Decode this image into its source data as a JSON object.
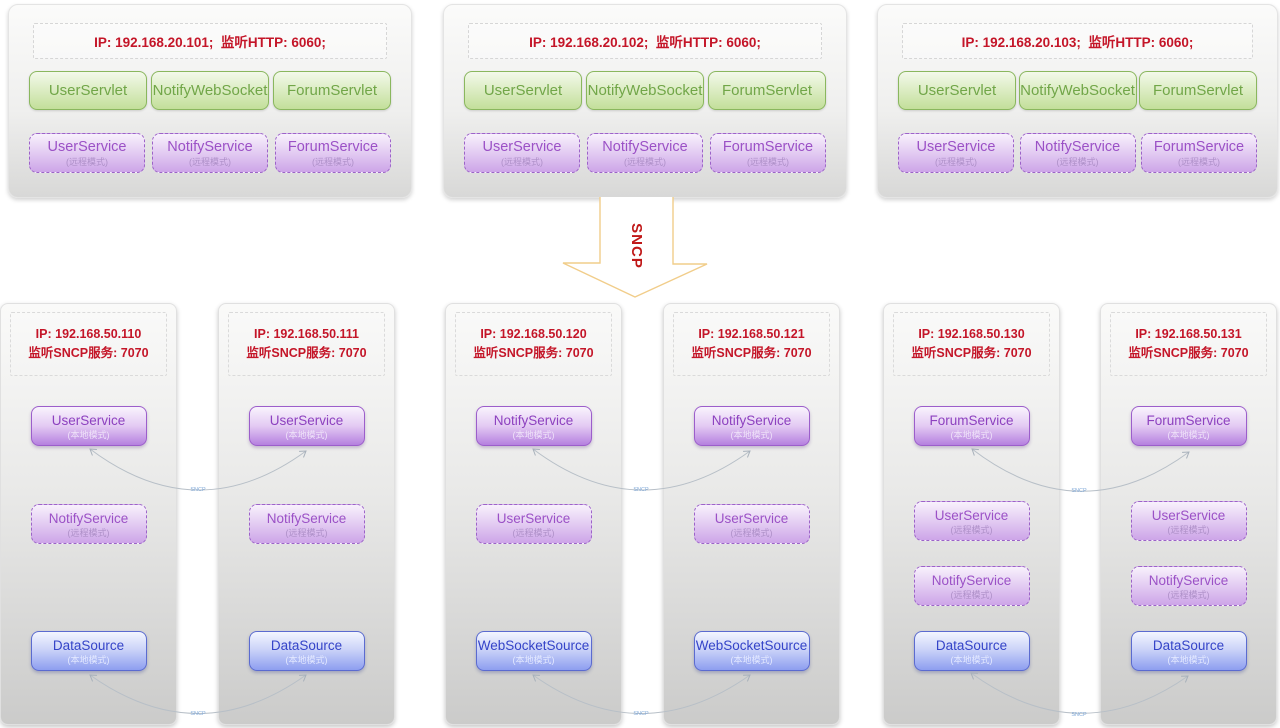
{
  "arrow": {
    "label": "SNCP"
  },
  "connector_label": "SNCP",
  "top_nodes": [
    {
      "ip_text": "IP: 192.168.20.101;  监听HTTP: 6060;",
      "servlets": [
        "UserServlet",
        "NotifyWebSocket",
        "ForumServlet"
      ],
      "services": [
        {
          "name": "UserService",
          "mode": "(远程模式)"
        },
        {
          "name": "NotifyService",
          "mode": "(远程模式)"
        },
        {
          "name": "ForumService",
          "mode": "(远程模式)"
        }
      ]
    },
    {
      "ip_text": "IP: 192.168.20.102;  监听HTTP: 6060;",
      "servlets": [
        "UserServlet",
        "NotifyWebSocket",
        "ForumServlet"
      ],
      "services": [
        {
          "name": "UserService",
          "mode": "(远程模式)"
        },
        {
          "name": "NotifyService",
          "mode": "(远程模式)"
        },
        {
          "name": "ForumService",
          "mode": "(远程模式)"
        }
      ]
    },
    {
      "ip_text": "IP: 192.168.20.103;  监听HTTP: 6060;",
      "servlets": [
        "UserServlet",
        "NotifyWebSocket",
        "ForumServlet"
      ],
      "services": [
        {
          "name": "UserService",
          "mode": "(远程模式)"
        },
        {
          "name": "NotifyService",
          "mode": "(远程模式)"
        },
        {
          "name": "ForumService",
          "mode": "(远程模式)"
        }
      ]
    }
  ],
  "bottom_nodes": [
    {
      "ip_line1": "IP: 192.168.50.110",
      "ip_line2": "监听SNCP服务: 7070",
      "services": [
        {
          "name": "UserService",
          "mode": "(本地模式)"
        },
        {
          "name": "NotifyService",
          "mode": "(远程模式)"
        },
        {
          "name": "DataSource",
          "mode": "(本地模式)"
        }
      ]
    },
    {
      "ip_line1": "IP: 192.168.50.111",
      "ip_line2": "监听SNCP服务: 7070",
      "services": [
        {
          "name": "UserService",
          "mode": "(本地模式)"
        },
        {
          "name": "NotifyService",
          "mode": "(远程模式)"
        },
        {
          "name": "DataSource",
          "mode": "(本地模式)"
        }
      ]
    },
    {
      "ip_line1": "IP: 192.168.50.120",
      "ip_line2": "监听SNCP服务: 7070",
      "services": [
        {
          "name": "NotifyService",
          "mode": "(本地模式)"
        },
        {
          "name": "UserService",
          "mode": "(远程模式)"
        },
        {
          "name": "WebSocketSource",
          "mode": "(本地模式)"
        }
      ]
    },
    {
      "ip_line1": "IP: 192.168.50.121",
      "ip_line2": "监听SNCP服务: 7070",
      "services": [
        {
          "name": "NotifyService",
          "mode": "(本地模式)"
        },
        {
          "name": "UserService",
          "mode": "(远程模式)"
        },
        {
          "name": "WebSocketSource",
          "mode": "(本地模式)"
        }
      ]
    },
    {
      "ip_line1": "IP: 192.168.50.130",
      "ip_line2": "监听SNCP服务: 7070",
      "services": [
        {
          "name": "ForumService",
          "mode": "(本地模式)"
        },
        {
          "name": "UserService",
          "mode": "(远程模式)"
        },
        {
          "name": "NotifyService",
          "mode": "(远程模式)"
        },
        {
          "name": "DataSource",
          "mode": "(本地模式)"
        }
      ]
    },
    {
      "ip_line1": "IP: 192.168.50.131",
      "ip_line2": "监听SNCP服务: 7070",
      "services": [
        {
          "name": "ForumService",
          "mode": "(本地模式)"
        },
        {
          "name": "UserService",
          "mode": "(远程模式)"
        },
        {
          "name": "NotifyService",
          "mode": "(远程模式)"
        },
        {
          "name": "DataSource",
          "mode": "(本地模式)"
        }
      ]
    }
  ]
}
